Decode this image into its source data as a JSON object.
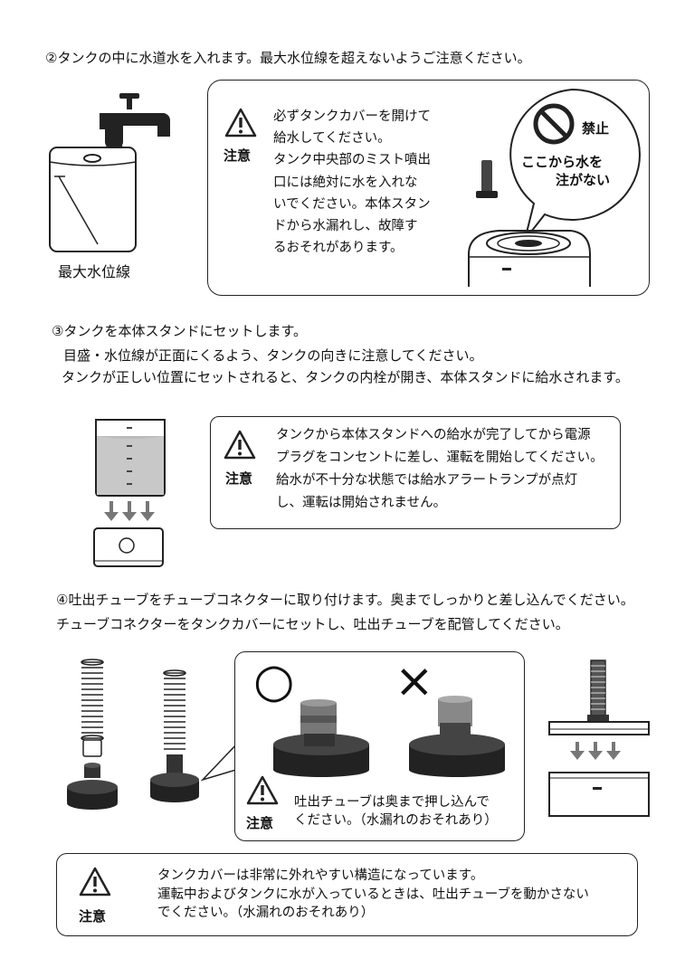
{
  "step2": {
    "heading": "②タンクの中に水道水を入れます。最大水位線を超えないようご注意ください。",
    "max_line_label": "最大水位線",
    "caution_label": "注意",
    "caution_lines": [
      "必ずタンクカバーを開けて",
      "給水してください。",
      "タンク中央部のミスト噴出",
      "口には絶対に水を入れな",
      "いでください。本体スタン",
      "ドから水漏れし、故障す",
      "るおそれがあります。"
    ],
    "prohibited_label": "禁止",
    "no_water_line1": "ここから水を",
    "no_water_line2": "注がない"
  },
  "step3": {
    "heading": "③タンクを本体スタンドにセットします。",
    "lines": [
      "目盛・水位線が正面にくるよう、タンクの向きに注意してください。",
      "タンクが正しい位置にセットされると、タンクの内栓が開き、本体スタンドに給水されます。"
    ],
    "caution_label": "注意",
    "caution_lines": [
      "タンクから本体スタンドへの給水が完了してから電源",
      "プラグをコンセントに差し、運転を開始してください。",
      "給水が不十分な状態では給水アラートランプが点灯",
      "し、運転は開始されません。"
    ]
  },
  "step4": {
    "heading": "④吐出チューブをチューブコネクターに取り付けます。奥までしっかりと差し込んでください。",
    "line2": "チューブコネクターをタンクカバーにセットし、吐出チューブを配管してください。",
    "ok_symbol": "○",
    "ng_symbol": "×",
    "caution_label": "注意",
    "caution_lines": [
      "吐出チューブは奥まで押し込んで",
      "ください。（水漏れのおそれあり）"
    ]
  },
  "bottom_note": {
    "caution_label": "注意",
    "lines": [
      "タンクカバーは非常に外れやすい構造になっています。",
      "運転中およびタンクに水が入っているときは、吐出チューブを動かさない",
      "でください。（水漏れのおそれあり）"
    ]
  }
}
